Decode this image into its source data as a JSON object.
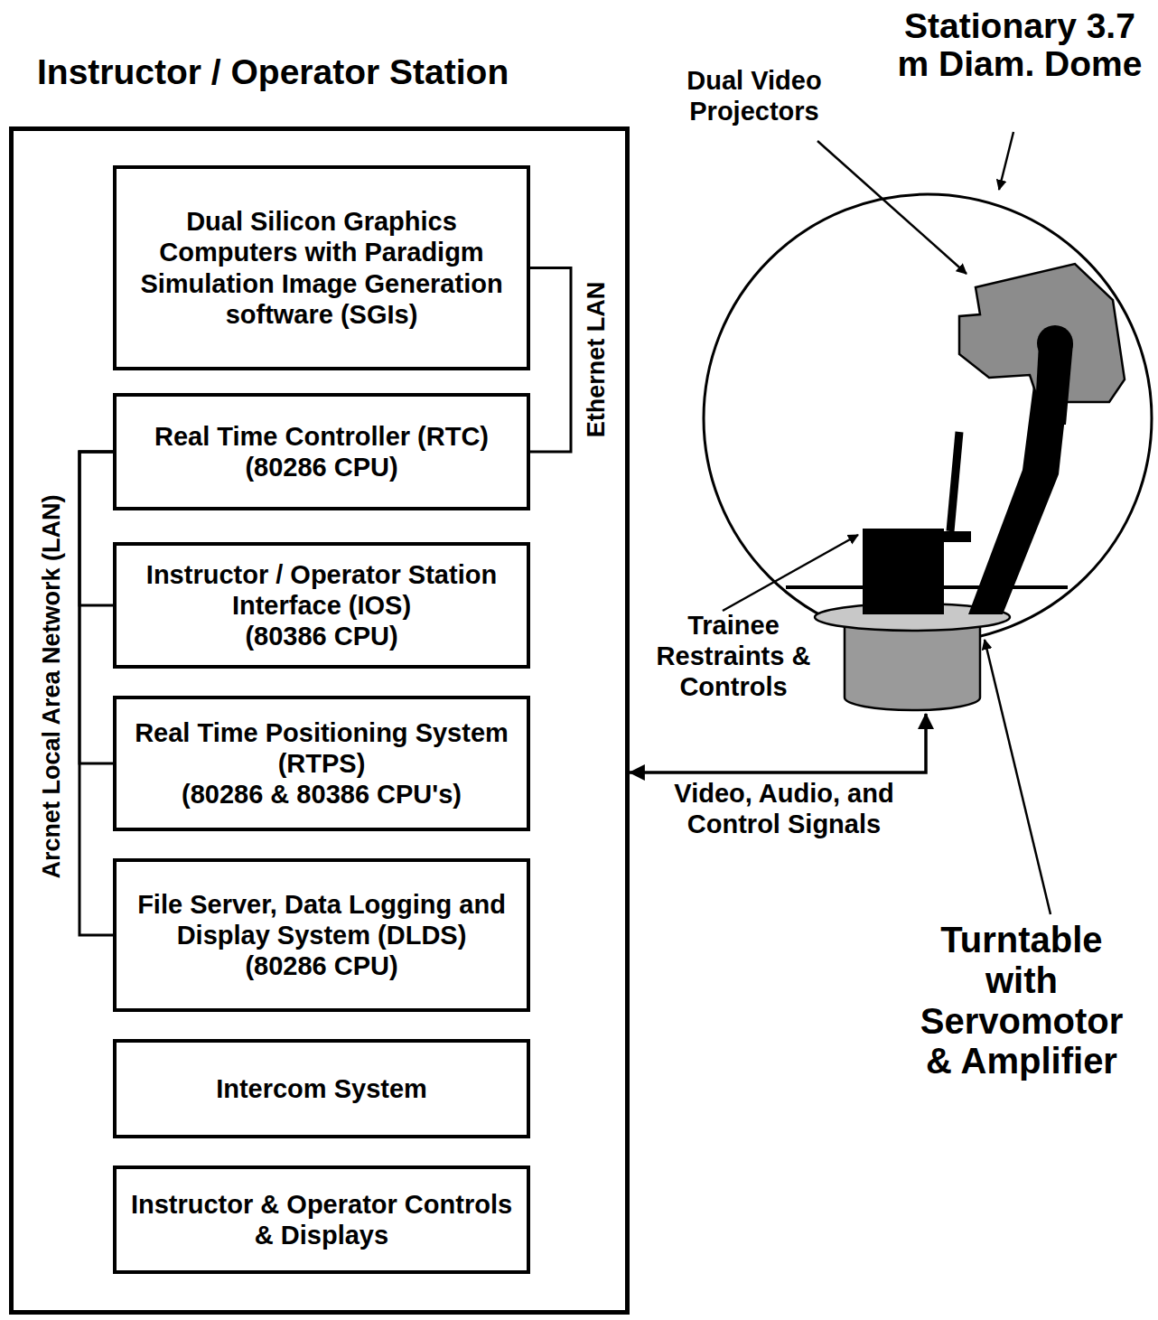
{
  "diagram": {
    "nodes": [
      {
        "text": [
          "Instructor / Operator Station"
        ]
      },
      {
        "text": [
          "Dual Silicon Graphics Computers with Paradigm Simulation Image Generation software (SGIs)"
        ],
        "in": 0
      },
      {
        "text": [
          "Real Time Controller (RTC)",
          "(80286 CPU)"
        ],
        "in": 0
      },
      {
        "text": [
          "Instructor / Operator Station Interface (IOS)",
          "(80386 CPU)"
        ],
        "in": 0
      },
      {
        "text": [
          "Real Time Positioning System (RTPS)",
          "(80286 & 80386 CPU's)"
        ],
        "in": 0
      },
      {
        "text": [
          "File Server, Data Logging and Display System (DLDS)",
          "(80286 CPU)"
        ],
        "in": 0
      },
      {
        "text": [
          "Intercom System"
        ],
        "in": 0
      },
      {
        "text": [
          "Instructor & Operator Controls & Displays"
        ],
        "in": 0
      },
      {
        "text": [
          "Stationary 3.7 m Diam. Dome"
        ]
      }
    ],
    "edges": [
      {
        "from": 1,
        "to": 2,
        "arrow": "none",
        "label": "Ethernet LAN"
      },
      {
        "from": 2,
        "to": 3,
        "arrow": "none"
      },
      {
        "from": 2,
        "to": 4,
        "arrow": "none"
      },
      {
        "from": 2,
        "to": 5,
        "arrow": "none"
      },
      {
        "from": 0,
        "to": 8,
        "arrow": "both",
        "label": "Video, Audio, and Control Signals"
      }
    ],
    "labels": [
      "Dual Video Projectors",
      "Trainee Restraints & Controls",
      "Turntable with Servomotor & Amplifier",
      "Arcnet Local Area Network (LAN)"
    ]
  }
}
